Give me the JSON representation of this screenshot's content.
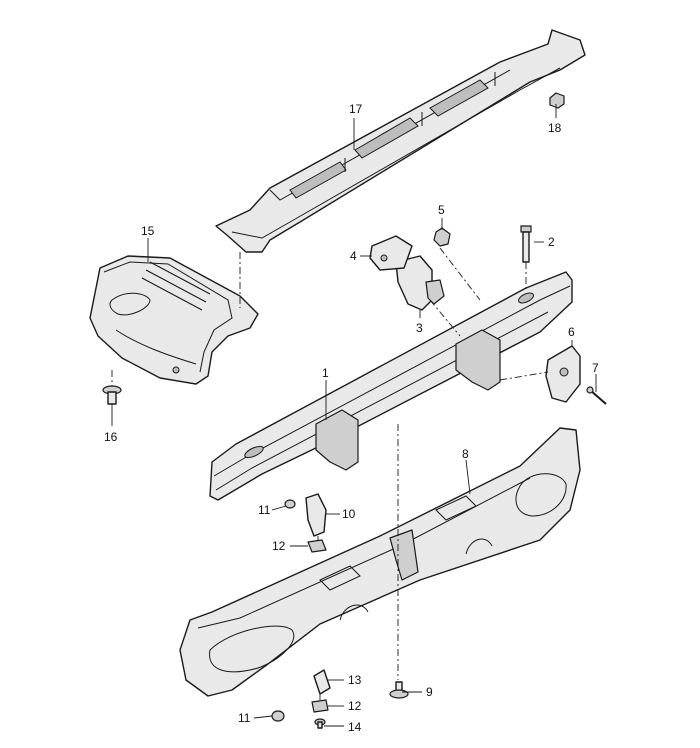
{
  "callouts": [
    {
      "id": "1",
      "label": "1"
    },
    {
      "id": "2",
      "label": "2"
    },
    {
      "id": "3",
      "label": "3"
    },
    {
      "id": "4",
      "label": "4"
    },
    {
      "id": "5",
      "label": "5"
    },
    {
      "id": "6",
      "label": "6"
    },
    {
      "id": "7",
      "label": "7"
    },
    {
      "id": "8",
      "label": "8"
    },
    {
      "id": "9",
      "label": "9"
    },
    {
      "id": "10",
      "label": "10"
    },
    {
      "id": "11a",
      "label": "11"
    },
    {
      "id": "11b",
      "label": "11"
    },
    {
      "id": "12a",
      "label": "12"
    },
    {
      "id": "12b",
      "label": "12"
    },
    {
      "id": "13",
      "label": "13"
    },
    {
      "id": "14",
      "label": "14"
    },
    {
      "id": "15",
      "label": "15"
    },
    {
      "id": "16",
      "label": "16"
    },
    {
      "id": "17",
      "label": "17"
    },
    {
      "id": "18",
      "label": "18"
    }
  ]
}
